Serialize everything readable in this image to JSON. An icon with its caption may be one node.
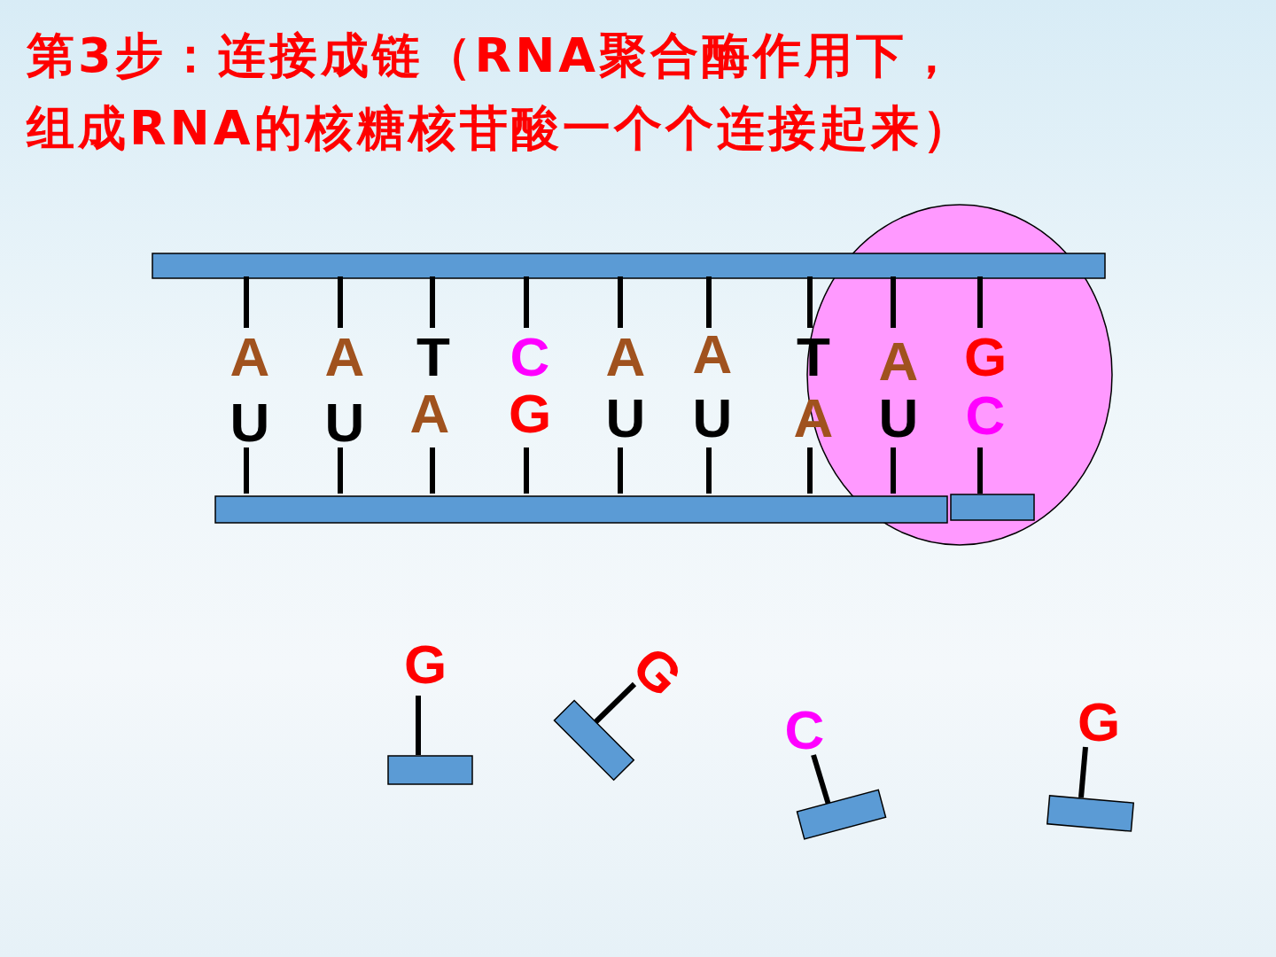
{
  "diagram": {
    "title": "第3步：连接成链（RNA聚合酶作用下，组成RNA的核糖核苷酸一个个连接起来）",
    "labels": [
      "A",
      "A",
      "T",
      "C",
      "A",
      "A",
      "T",
      "A",
      "G",
      "U",
      "U",
      "A",
      "G",
      "U",
      "U",
      "A",
      "U",
      "C",
      "G",
      "G",
      "C",
      "G"
    ]
  }
}
